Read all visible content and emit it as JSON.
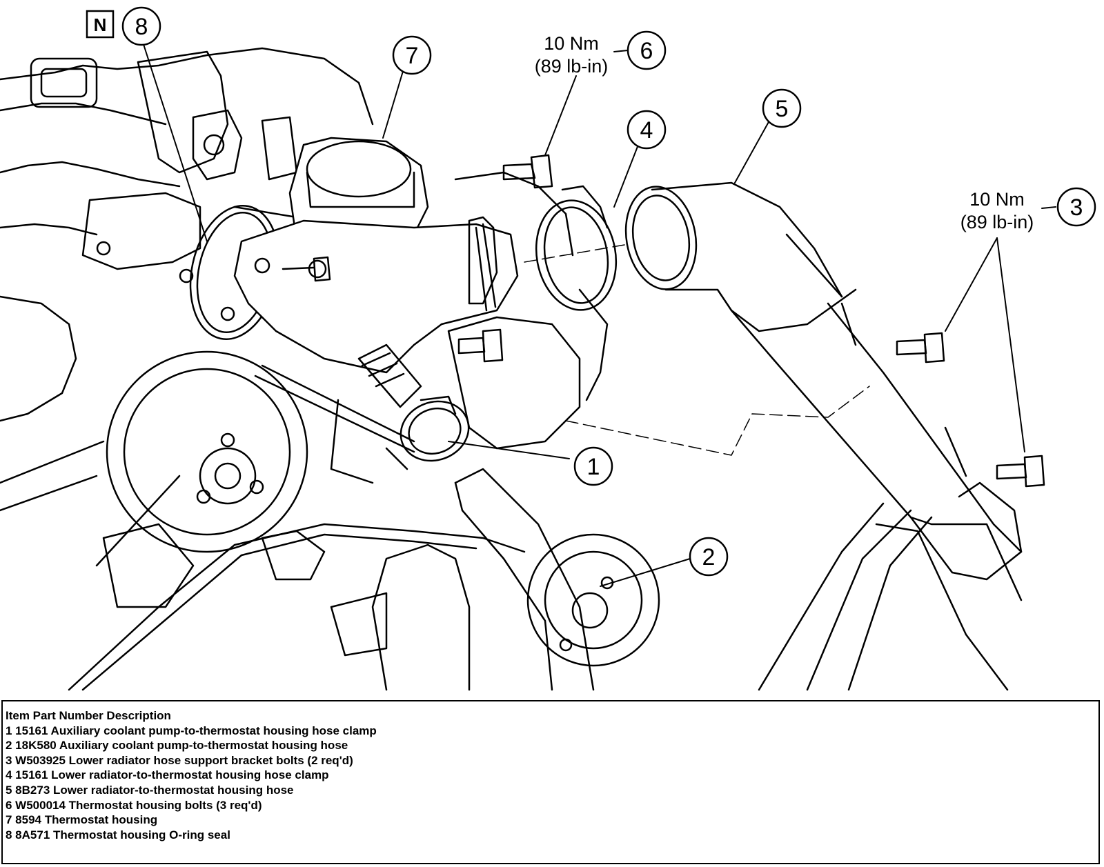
{
  "view_marker": "N",
  "callouts": [
    {
      "id": "1",
      "torque_nm": "",
      "torque_lbin": ""
    },
    {
      "id": "2",
      "torque_nm": "",
      "torque_lbin": ""
    },
    {
      "id": "3",
      "torque_nm": "10 Nm",
      "torque_lbin": "(89 lb-in)"
    },
    {
      "id": "4",
      "torque_nm": "",
      "torque_lbin": ""
    },
    {
      "id": "5",
      "torque_nm": "",
      "torque_lbin": ""
    },
    {
      "id": "6",
      "torque_nm": "10 Nm",
      "torque_lbin": "(89 lb-in)"
    },
    {
      "id": "7",
      "torque_nm": "",
      "torque_lbin": ""
    },
    {
      "id": "8",
      "torque_nm": "",
      "torque_lbin": ""
    }
  ],
  "legend": {
    "header": "Item Part Number Description",
    "rows": [
      "1 15161 Auxiliary coolant pump-to-thermostat housing hose clamp",
      "2 18K580 Auxiliary coolant pump-to-thermostat housing hose",
      "3 W503925 Lower radiator hose support bracket bolts (2 req'd)",
      "4 15161 Lower radiator-to-thermostat housing hose clamp",
      "5 8B273 Lower radiator-to-thermostat housing hose",
      "6 W500014 Thermostat housing bolts (3 req'd)",
      "7 8594 Thermostat housing",
      "8 8A571 Thermostat housing O-ring seal"
    ]
  }
}
